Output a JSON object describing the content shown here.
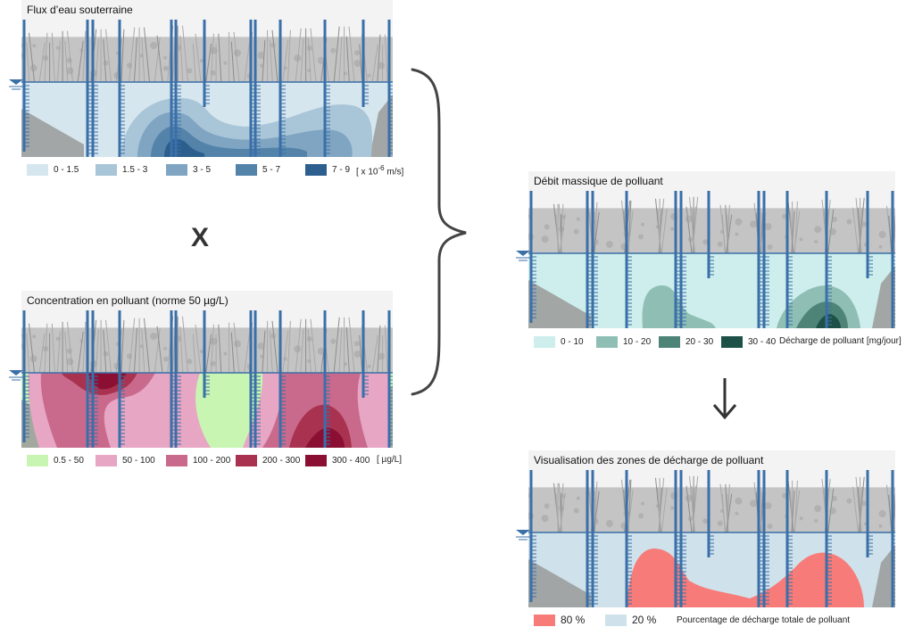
{
  "panels": {
    "flux": {
      "title": "Flux d’eau souterraine",
      "legend": [
        {
          "label": "0 - 1.5",
          "color": "#d6e6ee"
        },
        {
          "label": "1.5 - 3",
          "color": "#a9c5d8"
        },
        {
          "label": "3 - 5",
          "color": "#7fa5c2"
        },
        {
          "label": "5 - 7",
          "color": "#5483aa"
        },
        {
          "label": "7 - 9",
          "color": "#2c5f8e"
        }
      ],
      "unit_prefix": "[ x 10",
      "unit_exp": "-6",
      "unit_suffix": "m/s]"
    },
    "concentration": {
      "title": "Concentration en polluant (norme 50 µg/L)",
      "legend": [
        {
          "label": "0.5 - 50",
          "color": "#c9f5b3"
        },
        {
          "label": "50 - 100",
          "color": "#e6a6c4"
        },
        {
          "label": "100 - 200",
          "color": "#c96a8c"
        },
        {
          "label": "200 - 300",
          "color": "#a8324f"
        },
        {
          "label": "300 - 400",
          "color": "#8a0f33"
        }
      ],
      "unit": "[ µg/L]"
    },
    "debit": {
      "title": "Débit massique de polluant",
      "legend": [
        {
          "label": "0 - 10",
          "color": "#cdeeec"
        },
        {
          "label": "10 - 20",
          "color": "#8fbfb4"
        },
        {
          "label": "20 - 30",
          "color": "#4e8478"
        },
        {
          "label": "30 - 40",
          "color": "#1d5148"
        }
      ],
      "unit": "Décharge de polluant [mg/jour]"
    },
    "zones": {
      "title": "Visualisation des zones de décharge de polluant",
      "legend": [
        {
          "label": "80 %",
          "color": "#f77b78"
        },
        {
          "label": "20 %",
          "color": "#cfe1ea"
        }
      ],
      "unit": "Pourcentage de décharge totale de polluant"
    }
  },
  "operators": {
    "multiply": "X"
  },
  "colors": {
    "well": "#3a6fa8",
    "water_line": "#3a6fa8",
    "sky": "#f2f2f2",
    "grass": "#b9b9b9",
    "arrow": "#333333"
  }
}
